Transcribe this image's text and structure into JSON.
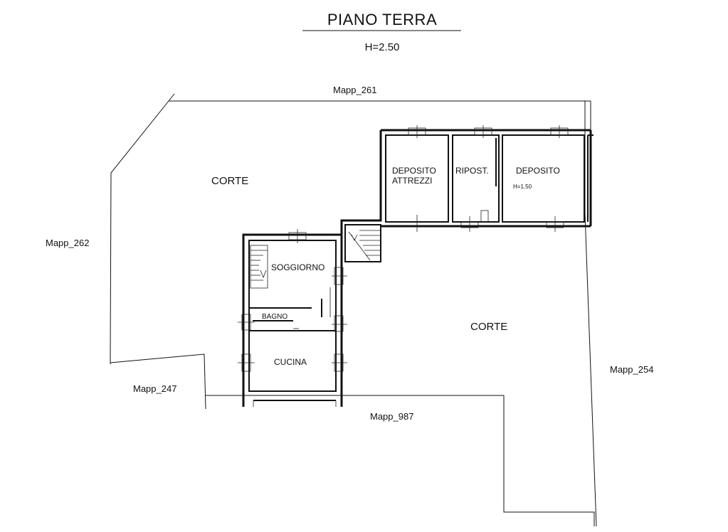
{
  "title": "PIANO TERRA",
  "height_note": "H=2.50",
  "parcels": {
    "north": "Mapp_261",
    "west": "Mapp_262",
    "east": "Mapp_254",
    "southwest": "Mapp_247",
    "south": "Mapp_987"
  },
  "courtyards": {
    "corte_north": "CORTE",
    "corte_south": "CORTE"
  },
  "rooms": {
    "deposito_attrezzi_line1": "DEPOSITO",
    "deposito_attrezzi_line2": "ATTREZZI",
    "ripostiglio": "RIPOST.",
    "deposito": "DEPOSITO",
    "deposito_height": "H=1.50",
    "soggiorno": "SOGGIORNO",
    "bagno": "BAGNO",
    "cucina": "CUCINA"
  }
}
